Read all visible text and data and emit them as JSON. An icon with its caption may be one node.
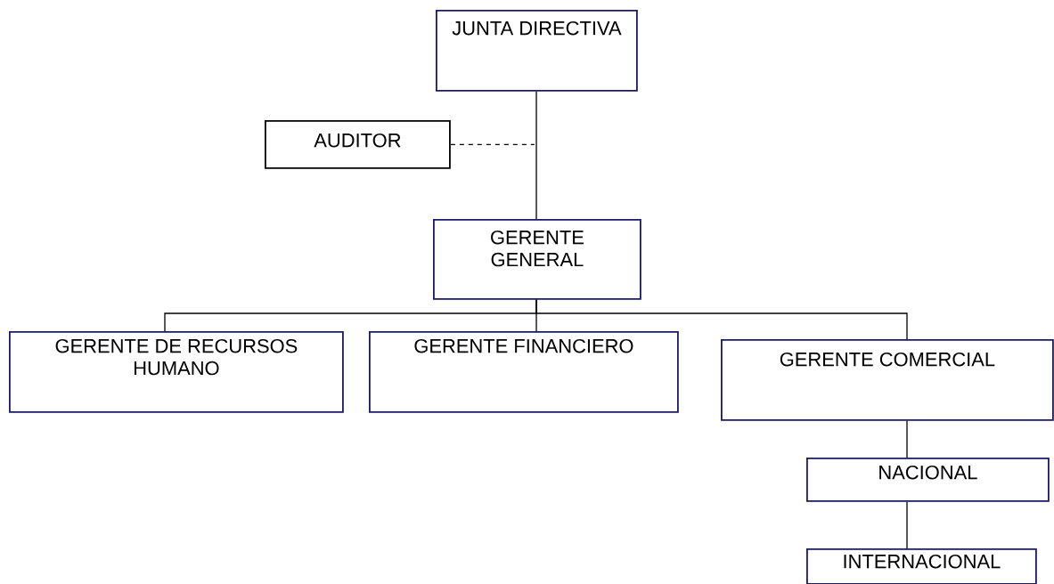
{
  "diagram": {
    "nodes": [
      {
        "text": [
          "JUNTA DIRECTIVA"
        ]
      },
      {
        "text": [
          "AUDITOR"
        ]
      },
      {
        "text": [
          "GERENTE GENERAL"
        ]
      },
      {
        "text": [
          "GERENTE DE RECURSOS HUMANO"
        ]
      },
      {
        "text": [
          "GERENTE FINANCIERO"
        ]
      },
      {
        "text": [
          "GERENTE COMERCIAL"
        ]
      },
      {
        "text": [
          "NACIONAL"
        ]
      },
      {
        "text": [
          "INTERNACIONAL"
        ]
      }
    ],
    "edges": [
      {
        "from": 0,
        "to": 2,
        "arrow": "none"
      },
      {
        "from": 1,
        "to": null,
        "arrow": "none",
        "style": "dashed"
      },
      {
        "from": 2,
        "to": 3,
        "arrow": "none"
      },
      {
        "from": 2,
        "to": 4,
        "arrow": "none"
      },
      {
        "from": 2,
        "to": 5,
        "arrow": "none"
      },
      {
        "from": 5,
        "to": 6,
        "arrow": "none"
      },
      {
        "from": 6,
        "to": 7,
        "arrow": "none"
      }
    ]
  }
}
